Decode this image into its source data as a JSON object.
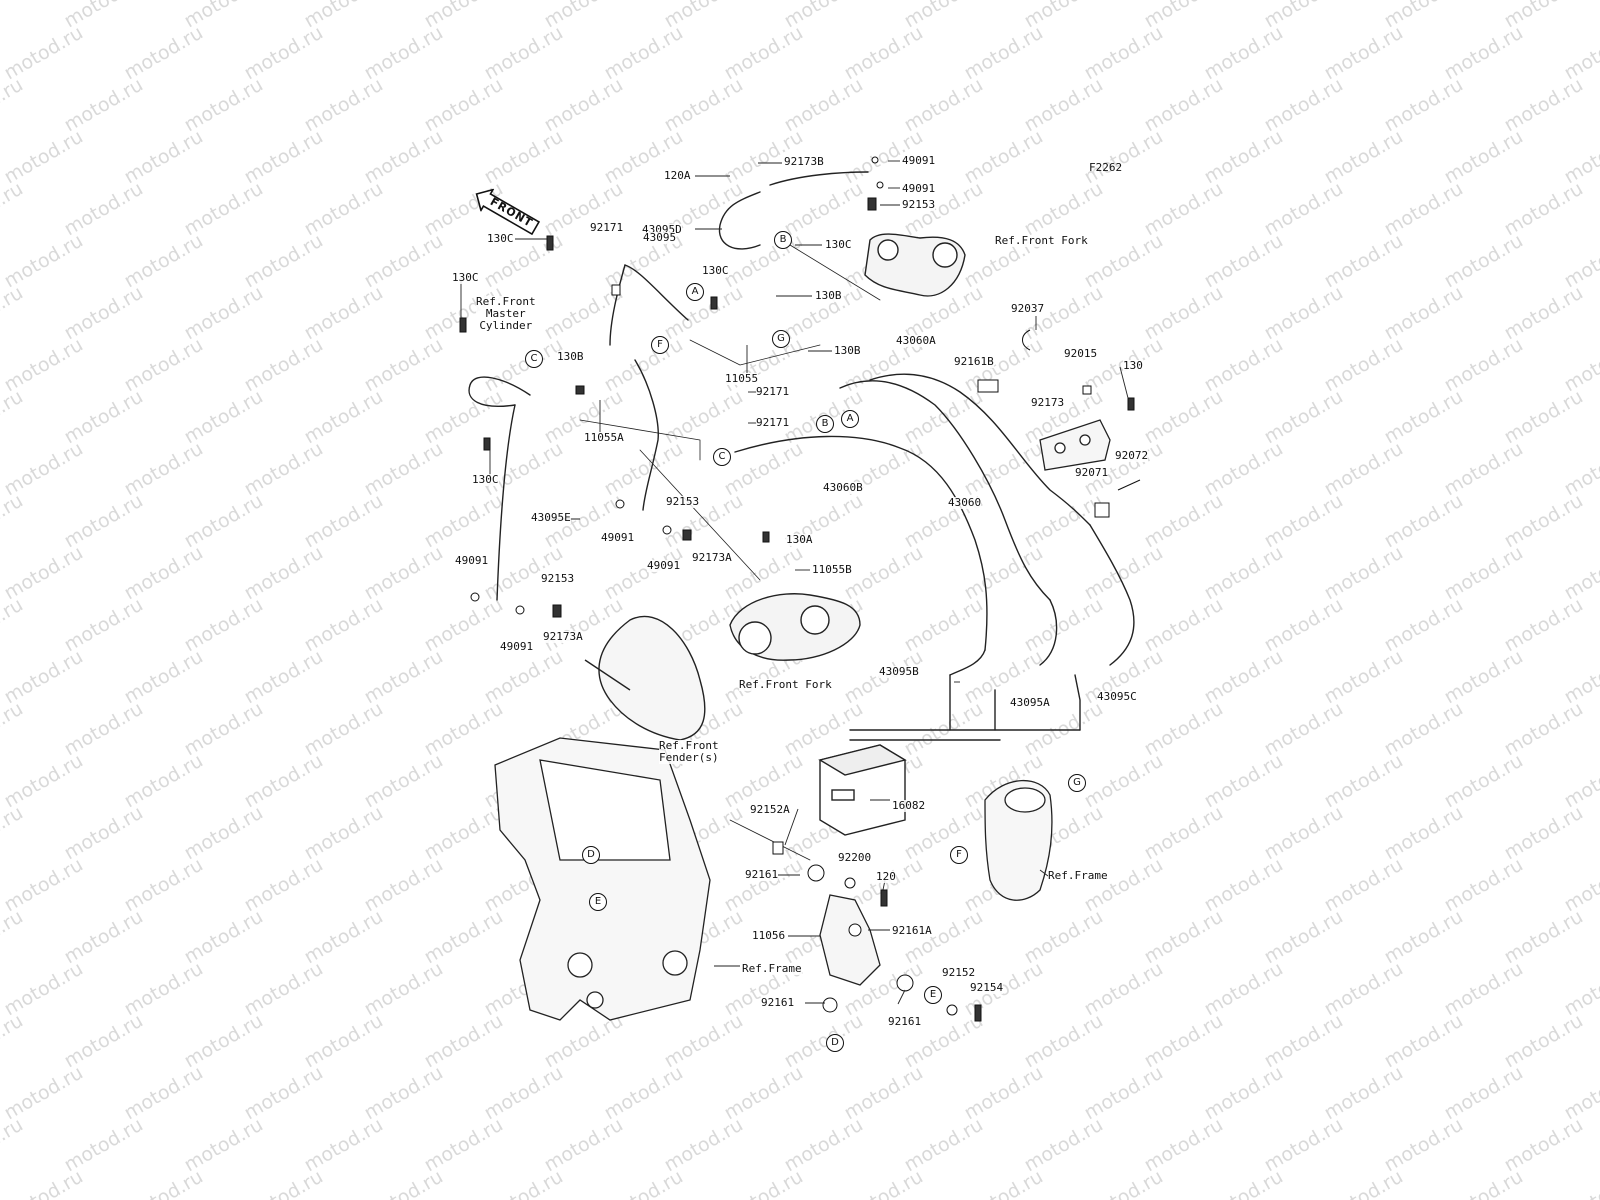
{
  "diagram": {
    "code": "F2262",
    "front_label": "FRONT",
    "watermark": "motod.ru",
    "icons": [
      "front-direction-arrow-icon"
    ],
    "parts": [
      {
        "id": "p-92173b",
        "text": "92173B"
      },
      {
        "id": "p-49091-a",
        "text": "49091"
      },
      {
        "id": "p-120a",
        "text": "120A"
      },
      {
        "id": "p-49091-b",
        "text": "49091"
      },
      {
        "id": "p-92153-a",
        "text": "92153"
      },
      {
        "id": "p-43095d",
        "text": "43095D"
      },
      {
        "id": "p-130c-a",
        "text": "130C"
      },
      {
        "id": "p-130c-b",
        "text": "130C"
      },
      {
        "id": "p-92171-a",
        "text": "92171"
      },
      {
        "id": "p-43095",
        "text": "43095"
      },
      {
        "id": "p-130c-c",
        "text": "130C"
      },
      {
        "id": "p-130c-d",
        "text": "130C"
      },
      {
        "id": "p-130b-a",
        "text": "130B"
      },
      {
        "id": "p-92037",
        "text": "92037"
      },
      {
        "id": "p-130b-b",
        "text": "130B"
      },
      {
        "id": "p-43060a",
        "text": "43060A"
      },
      {
        "id": "p-92161b",
        "text": "92161B"
      },
      {
        "id": "p-92015",
        "text": "92015"
      },
      {
        "id": "p-130",
        "text": "130"
      },
      {
        "id": "p-130b-c",
        "text": "130B"
      },
      {
        "id": "p-11055",
        "text": "11055"
      },
      {
        "id": "p-92171-b",
        "text": "92171"
      },
      {
        "id": "p-92173",
        "text": "92173"
      },
      {
        "id": "p-92171-c",
        "text": "92171"
      },
      {
        "id": "p-11055a",
        "text": "11055A"
      },
      {
        "id": "p-130c-e",
        "text": "130C"
      },
      {
        "id": "p-43060b",
        "text": "43060B"
      },
      {
        "id": "p-43060",
        "text": "43060"
      },
      {
        "id": "p-92072",
        "text": "92072"
      },
      {
        "id": "p-92071",
        "text": "92071"
      },
      {
        "id": "p-92153-b",
        "text": "92153"
      },
      {
        "id": "p-43095e",
        "text": "43095E"
      },
      {
        "id": "p-49091-c",
        "text": "49091"
      },
      {
        "id": "p-49091-d",
        "text": "49091"
      },
      {
        "id": "p-130a",
        "text": "130A"
      },
      {
        "id": "p-92173a-a",
        "text": "92173A"
      },
      {
        "id": "p-11055b",
        "text": "11055B"
      },
      {
        "id": "p-49091-e",
        "text": "49091"
      },
      {
        "id": "p-92153-c",
        "text": "92153"
      },
      {
        "id": "p-49091-f",
        "text": "49091"
      },
      {
        "id": "p-92173a-b",
        "text": "92173A"
      },
      {
        "id": "p-43095b",
        "text": "43095B"
      },
      {
        "id": "p-43095a",
        "text": "43095A"
      },
      {
        "id": "p-43095c",
        "text": "43095C"
      },
      {
        "id": "p-16082",
        "text": "16082"
      },
      {
        "id": "p-92152a",
        "text": "92152A"
      },
      {
        "id": "p-92200",
        "text": "92200"
      },
      {
        "id": "p-92161-a",
        "text": "92161"
      },
      {
        "id": "p-120",
        "text": "120"
      },
      {
        "id": "p-11056",
        "text": "11056"
      },
      {
        "id": "p-92161a",
        "text": "92161A"
      },
      {
        "id": "p-92152",
        "text": "92152"
      },
      {
        "id": "p-92154",
        "text": "92154"
      },
      {
        "id": "p-92161-b",
        "text": "92161"
      },
      {
        "id": "p-92161-c",
        "text": "92161"
      }
    ],
    "references": [
      {
        "id": "r-front-fork-top",
        "text": "Ref.Front Fork"
      },
      {
        "id": "r-master-cyl",
        "text": "Ref.Front\nMaster\nCylinder"
      },
      {
        "id": "r-front-fork-mid",
        "text": "Ref.Front Fork"
      },
      {
        "id": "r-front-fender",
        "text": "Ref.Front\nFender(s)"
      },
      {
        "id": "r-frame-right",
        "text": "Ref.Frame"
      },
      {
        "id": "r-frame-bottom",
        "text": "Ref.Frame"
      }
    ],
    "callouts": [
      {
        "id": "c-b-1",
        "letter": "B"
      },
      {
        "id": "c-a-1",
        "letter": "A"
      },
      {
        "id": "c-g-1",
        "letter": "G"
      },
      {
        "id": "c-c-1",
        "letter": "C"
      },
      {
        "id": "c-f-1",
        "letter": "F"
      },
      {
        "id": "c-b-2",
        "letter": "B"
      },
      {
        "id": "c-a-2",
        "letter": "A"
      },
      {
        "id": "c-c-2",
        "letter": "C"
      },
      {
        "id": "c-g-2",
        "letter": "G"
      },
      {
        "id": "c-f-2",
        "letter": "F"
      },
      {
        "id": "c-d-1",
        "letter": "D"
      },
      {
        "id": "c-e-1",
        "letter": "E"
      },
      {
        "id": "c-e-2",
        "letter": "E"
      },
      {
        "id": "c-d-2",
        "letter": "D"
      }
    ]
  }
}
